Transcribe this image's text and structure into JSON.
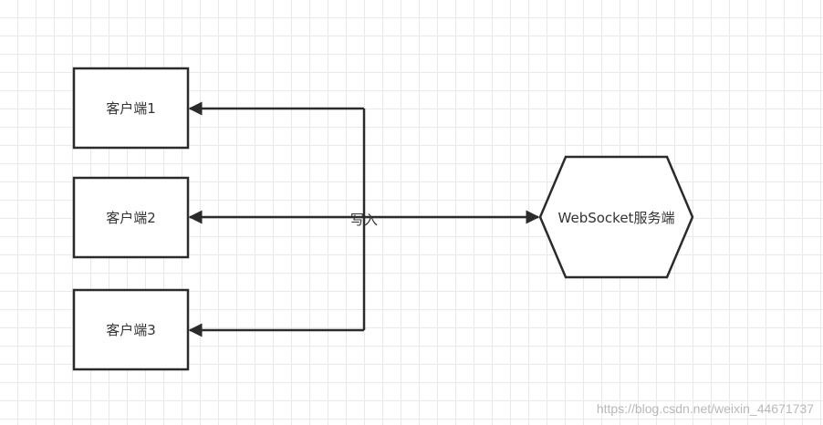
{
  "colors": {
    "stroke": "#2b2b2b",
    "node_fill": "#ffffff",
    "grid": "#e9e9e9",
    "text": "#333333"
  },
  "nodes": {
    "client1": {
      "label": "客户端1"
    },
    "client2": {
      "label": "客户端2"
    },
    "client3": {
      "label": "客户端3"
    },
    "server": {
      "label": "WebSocket服务端"
    }
  },
  "edges": {
    "write_label": "写入"
  },
  "watermark": "https://blog.csdn.net/weixin_44671737"
}
